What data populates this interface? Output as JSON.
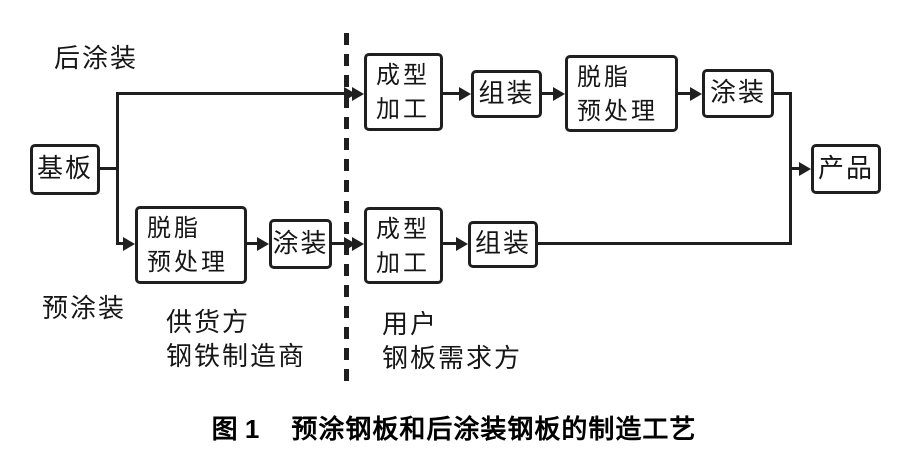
{
  "figure_caption": {
    "prefix": "图 1",
    "title": "预涂钢板和后涂装钢板的制造工艺"
  },
  "region_labels": {
    "post_coating": "后涂装",
    "pre_coating": "预涂装",
    "supplier": "供货方\n钢铁制造商",
    "user": "用户\n钢板需求方"
  },
  "nodes": {
    "substrate": "基板",
    "top_forming": "成型\n加工",
    "top_assembly": "组装",
    "top_degrease_pretreat": "脱脂\n预处理",
    "top_coating": "涂装",
    "bottom_degrease_pretreat": "脱脂\n预处理",
    "bottom_coating": "涂装",
    "bottom_forming": "成型\n加工",
    "bottom_assembly": "组装",
    "product": "产品"
  },
  "colors": {
    "line": "#1f1f1f",
    "background": "#ffffff"
  }
}
